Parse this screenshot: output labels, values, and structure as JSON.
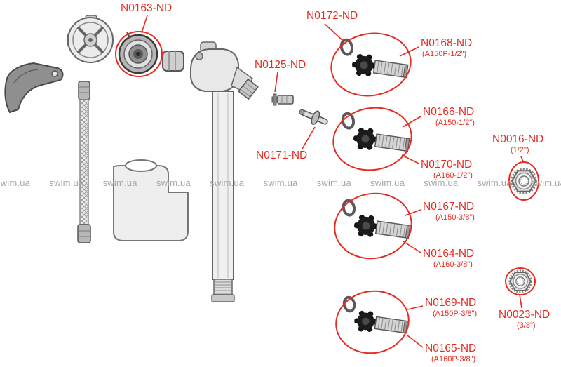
{
  "watermark": {
    "text": "swim.ua"
  },
  "colors": {
    "accent_red": "#e62b20",
    "line_art_gray": "#666666",
    "watermark_gray": "#a5a5a5"
  },
  "labels": {
    "n0163": {
      "code": "N0163-ND"
    },
    "n0172": {
      "code": "N0172-ND"
    },
    "n0168": {
      "code": "N0168-ND",
      "variant": "(A150P-1/2\")"
    },
    "n0125": {
      "code": "N0125-ND"
    },
    "n0166": {
      "code": "N0166-ND",
      "variant": "(A150-1/2\")"
    },
    "n0171": {
      "code": "N0171-ND"
    },
    "n0170": {
      "code": "N0170-ND",
      "variant": "(A160-1/2\")"
    },
    "n0016": {
      "code": "N0016-ND",
      "variant": "(1/2\")"
    },
    "n0167": {
      "code": "N0167-ND",
      "variant": "(A150-3/8\")"
    },
    "n0164": {
      "code": "N0164-ND",
      "variant": "(A160-3/8\")"
    },
    "n0169": {
      "code": "N0169-ND",
      "variant": "(A150P-3/8\")"
    },
    "n0165": {
      "code": "N0165-ND",
      "variant": "(A160P-3/8\")"
    },
    "n0023": {
      "code": "N0023-ND",
      "variant": "(3/8\")"
    }
  }
}
